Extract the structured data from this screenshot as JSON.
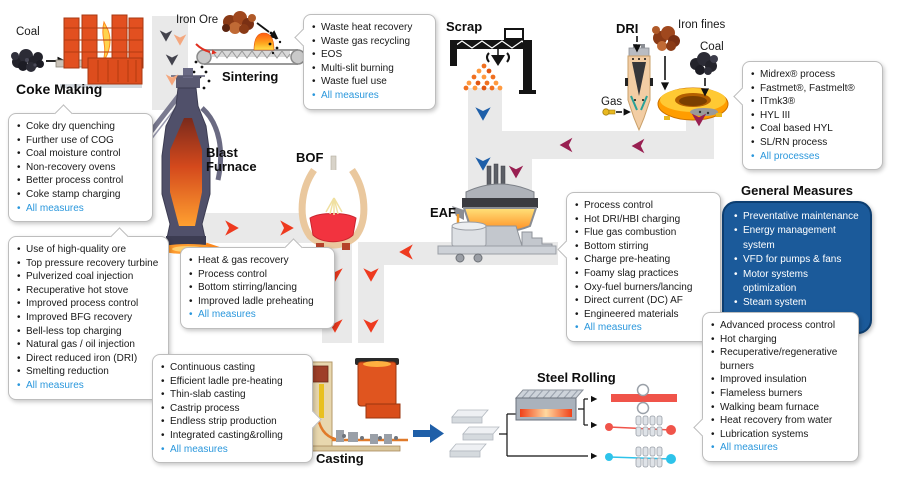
{
  "labels": {
    "coal": "Coal",
    "coke_making": "Coke Making",
    "iron_ore": "Iron Ore",
    "sintering": "Sintering",
    "blast_furnace": "Blast Furnace",
    "bof": "BOF",
    "scrap": "Scrap",
    "eaf": "EAF",
    "dri": "DRI",
    "iron_fines": "Iron fines",
    "coal_dri": "Coal",
    "gas": "Gas",
    "casting": "Casting",
    "steel_rolling": "Steel Rolling"
  },
  "callouts": {
    "coke": {
      "items": [
        "Coke dry quenching",
        "Further use of COG",
        "Coal moisture control",
        "Non-recovery ovens",
        "Better process control",
        "Coke stamp charging"
      ],
      "link": "All measures"
    },
    "sintering": {
      "items": [
        "Waste heat recovery",
        "Waste gas recycling",
        "EOS",
        "Multi-slit burning",
        "Waste fuel use"
      ],
      "link": "All measures"
    },
    "blast_furnace": {
      "items": [
        "Use of high-quality ore",
        "Top pressure recovery turbine",
        "Pulverized coal injection",
        "Recuperative hot stove",
        "Improved process control",
        "Improved BFG recovery",
        "Bell-less top charging",
        "Natural gas / oil injection",
        "Direct reduced iron (DRI)",
        "Smelting reduction"
      ],
      "link": "All measures"
    },
    "bof": {
      "items": [
        "Heat & gas recovery",
        "Process control",
        "Bottom stirring/lancing",
        "Improved ladle preheating"
      ],
      "link": "All measures"
    },
    "eaf": {
      "items": [
        "Process control",
        "Hot DRI/HBI charging",
        "Flue gas combustion",
        "Bottom stirring",
        "Charge pre-heating",
        "Foamy slag practices",
        "Oxy-fuel burners/lancing",
        "Direct current (DC) AF",
        "Engineered materials"
      ],
      "link": "All measures"
    },
    "dri": {
      "items": [
        "Midrex® process",
        "Fastmet®, Fastmelt®",
        "ITmk3®",
        "HYL III",
        "Coal based HYL",
        "SL/RN process"
      ],
      "link": "All processes"
    },
    "casting": {
      "items": [
        "Continuous casting",
        "Efficient ladle pre-heating",
        "Thin-slab casting",
        "Castrip process",
        "Endless strip production",
        "Integrated casting&rolling"
      ],
      "link": "All measures"
    },
    "rolling": {
      "items": [
        "Advanced process control",
        "Hot charging",
        "Recuperative/regenerative burners",
        "Improved insulation",
        "Flameless burners",
        "Walking beam furnace",
        "Heat recovery from water",
        "Lubrication systems"
      ],
      "link": "All measures"
    },
    "general": {
      "title": "General Measures",
      "items": [
        "Preventative maintenance",
        "Energy management system",
        "VFD for pumps & fans",
        "Motor systems optimization",
        "Steam system optimization"
      ]
    }
  },
  "colors": {
    "link_blue": "#2a97dc",
    "general_box_bg": "#1b5a9a",
    "flow_band": "#e9e9e9",
    "hot_flow_arrow": "#ee3a1f",
    "scrap_flow_arrow": "#1e5fa9",
    "dri_flow_arrow": "#992052",
    "coke_feed_arrow_dark": "#43434d",
    "sinter_feed_arrow_peach": "#f4a77e",
    "hot_strip": "#f0544a",
    "cold_strip": "#2ec3ea"
  }
}
